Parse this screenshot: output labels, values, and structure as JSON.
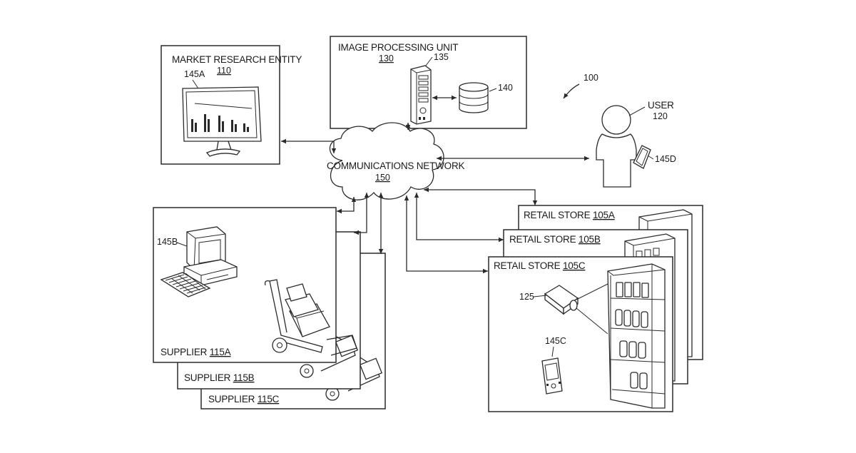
{
  "diagram": {
    "figure_ref": "100",
    "network": {
      "title": "COMMUNICATIONS NETWORK",
      "ref": "150"
    },
    "market_research": {
      "title": "MARKET RESEARCH ENTITY",
      "ref": "110",
      "device_ref": "145A"
    },
    "image_processing": {
      "title": "IMAGE PROCESSING UNIT",
      "ref": "130",
      "server_ref": "135",
      "database_ref": "140"
    },
    "user": {
      "title": "USER",
      "ref": "120",
      "device_ref": "145D"
    },
    "suppliers": [
      {
        "title": "SUPPLIER",
        "ref": "115A"
      },
      {
        "title": "SUPPLIER",
        "ref": "115B"
      },
      {
        "title": "SUPPLIER",
        "ref": "115C"
      }
    ],
    "supplier_device_ref": "145B",
    "stores": [
      {
        "title": "RETAIL STORE",
        "ref": "105A"
      },
      {
        "title": "RETAIL STORE",
        "ref": "105B"
      },
      {
        "title": "RETAIL STORE",
        "ref": "105C"
      }
    ],
    "camera_ref": "125",
    "store_device_ref": "145C"
  },
  "colors": {
    "line": "#2a2a2a",
    "background": "#ffffff"
  },
  "icons": [
    "monitor-icon",
    "server-icon",
    "database-icon",
    "person-icon",
    "tablet-icon",
    "computer-icon",
    "keyboard-icon",
    "hand-truck-icon",
    "camera-icon",
    "shelf-icon",
    "handheld-device-icon",
    "cloud-icon",
    "arrow-icon"
  ]
}
